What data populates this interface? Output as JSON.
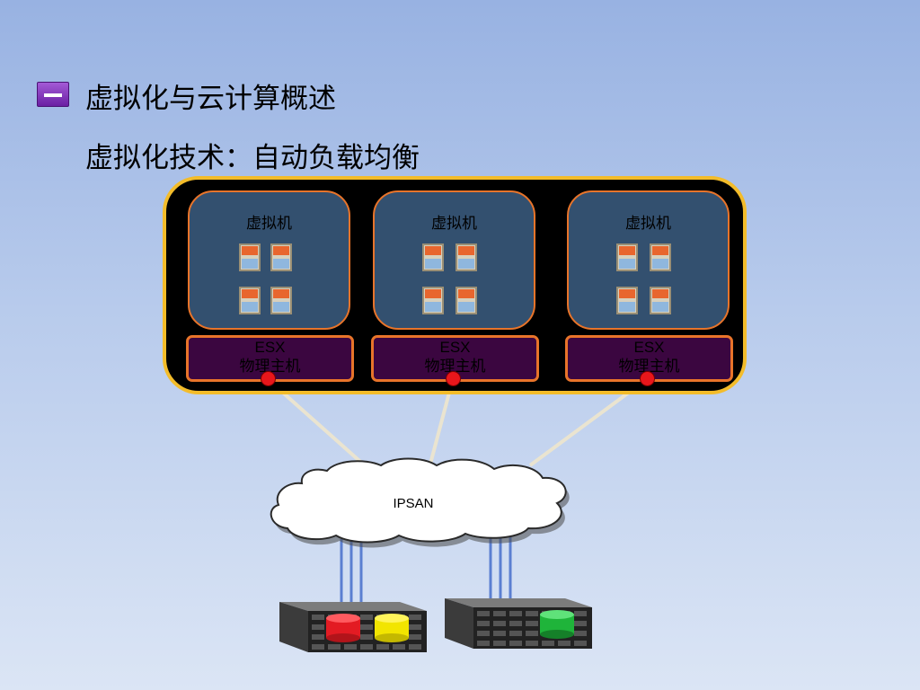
{
  "heading": {
    "title": "虚拟化与云计算概述",
    "subtitle": "虚拟化技术：自动负载均衡"
  },
  "cluster": {
    "hosts": [
      {
        "vm_label": "虚拟机",
        "esx_label": "ESX",
        "host_label": "物理主机"
      },
      {
        "vm_label": "虚拟机",
        "esx_label": "ESX",
        "host_label": "物理主机"
      },
      {
        "vm_label": "虚拟机",
        "esx_label": "ESX",
        "host_label": "物理主机"
      }
    ]
  },
  "network": {
    "label": "IPSAN"
  },
  "storage": [
    {
      "disk_colors": [
        "#e31b23",
        "#f2e500"
      ]
    },
    {
      "disk_colors": [
        "#1fb43a"
      ]
    }
  ],
  "colors": {
    "accent": "#f3bc2a",
    "border": "#e8742a",
    "node": "#e8161b"
  }
}
